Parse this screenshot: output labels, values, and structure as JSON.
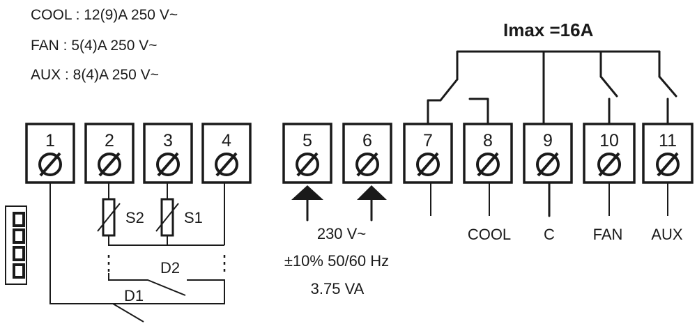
{
  "ratings": [
    "COOL : 12(9)A 250 V~",
    "FAN : 5(4)A 250 V~",
    "AUX : 8(4)A 250 V~"
  ],
  "imax_label": "Imax =16A",
  "terminals": [
    "1",
    "2",
    "3",
    "4",
    "5",
    "6",
    "7",
    "8",
    "9",
    "10",
    "11"
  ],
  "probe_labels": {
    "s2": "S2",
    "s1": "S1",
    "d1": "D1",
    "d2": "D2"
  },
  "power": {
    "voltage": "230 V~",
    "tolerance": "±10% 50/60 Hz",
    "consumption": "3.75 VA"
  },
  "outputs": {
    "cool": "COOL",
    "c": "C",
    "fan": "FAN",
    "aux": "AUX"
  }
}
